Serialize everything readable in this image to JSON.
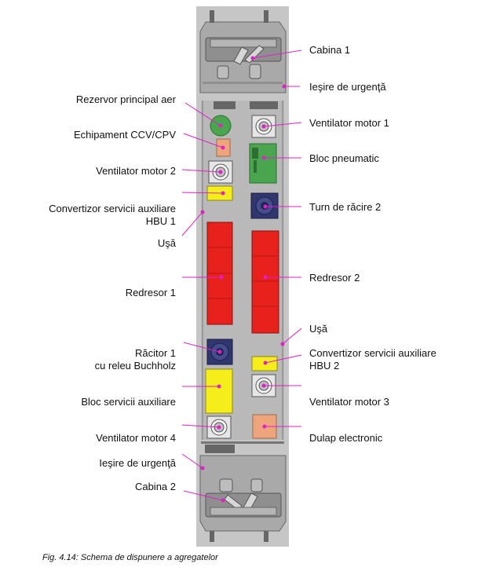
{
  "caption": "Fig. 4.14: Schema de dispunere a agregatelor",
  "colors": {
    "leader": "#e020c8",
    "dot": "#e020c8",
    "panel": "#c6c6c6",
    "floor": "#a9a9a9",
    "red": "#e8211d",
    "yellow": "#f5ee1a",
    "green": "#49a64f",
    "navy": "#30366e",
    "salmon": "#eea57c",
    "fan": "#e6e6e6"
  },
  "labels": {
    "cabina1": "Cabina 1",
    "iesire_urgenta_top": "Ieşire de urgenţă",
    "rezervor": "Rezervor principal aer",
    "ventilator1": "Ventilator motor 1",
    "echipament_ccv": "Echipament CCV/CPV",
    "bloc_pneumatic": "Bloc pneumatic",
    "ventilator2": "Ventilator motor 2",
    "conv_hbu1_l1": "Convertizor servicii auxiliare",
    "conv_hbu1_l2": "HBU 1",
    "turn_racire2": "Turn de răcire 2",
    "usa_left": "Uşă",
    "redresor1": "Redresor 1",
    "redresor2": "Redresor 2",
    "usa_right": "Uşă",
    "racitor1_l1": "Răcitor 1",
    "racitor1_l2": "cu releu Buchholz",
    "conv_hbu2_l1": "Convertizor servicii auxiliare",
    "conv_hbu2_l2": "HBU 2",
    "bloc_auxiliare": "Bloc servicii auxiliare",
    "ventilator3": "Ventilator motor 3",
    "ventilator4": "Ventilator motor 4",
    "dulap": "Dulap electronic",
    "iesire_urgenta_bottom": "Ieşire de urgenţă",
    "cabina2": "Cabina 2"
  }
}
